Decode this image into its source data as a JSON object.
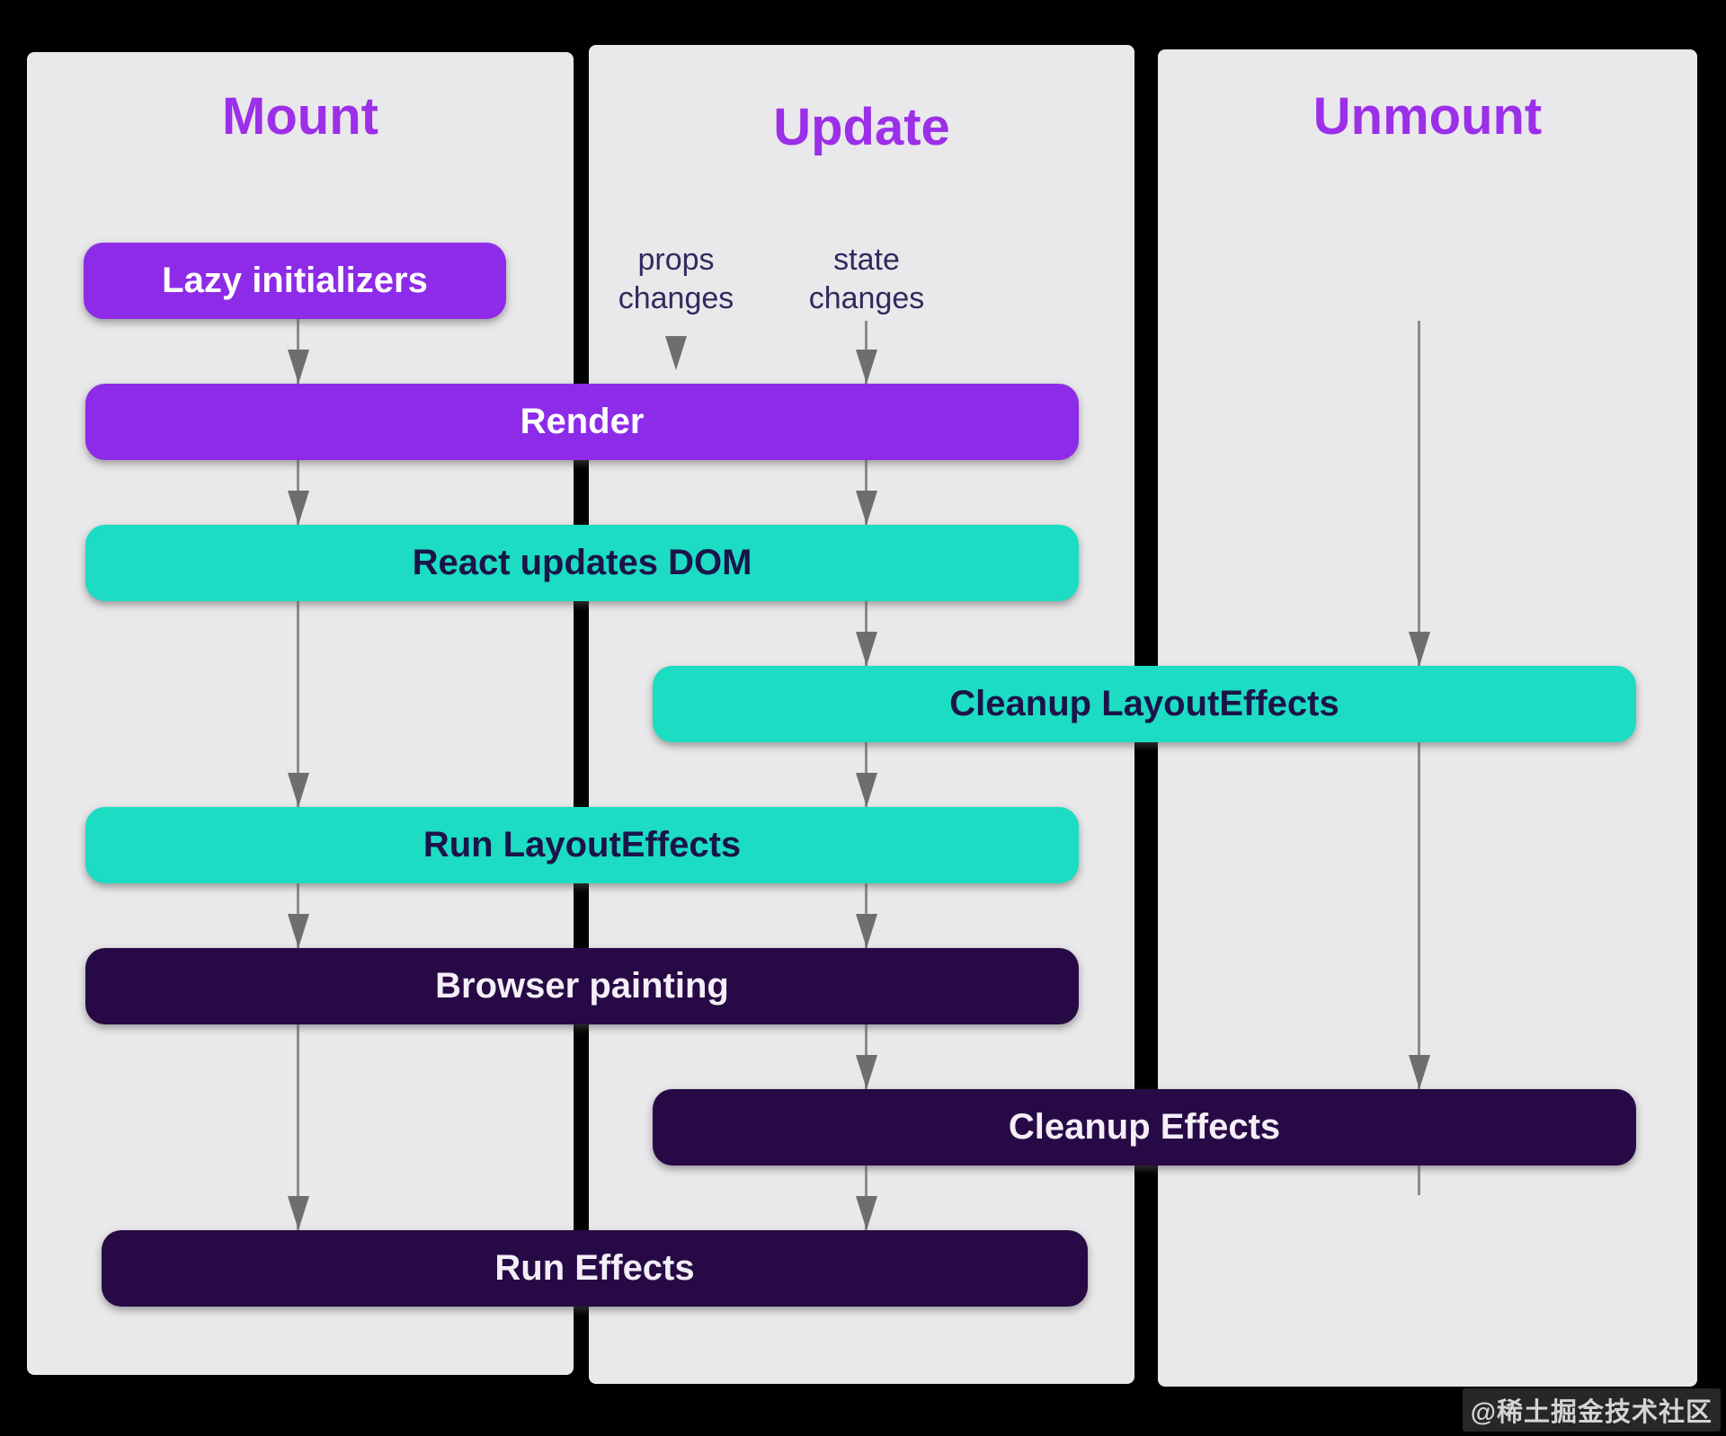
{
  "columns": {
    "mount": {
      "title": "Mount"
    },
    "update": {
      "title": "Update",
      "triggers": {
        "props": [
          "props",
          "changes"
        ],
        "state": [
          "state",
          "changes"
        ]
      }
    },
    "unmount": {
      "title": "Unmount"
    }
  },
  "boxes": {
    "lazy_initializers": {
      "label": "Lazy initializers",
      "color": "#8e2be9"
    },
    "render": {
      "label": "Render",
      "color": "#8e2be9"
    },
    "react_updates_dom": {
      "label": "React updates DOM",
      "color": "#1cdcc3"
    },
    "cleanup_layout_effects": {
      "label": "Cleanup LayoutEffects",
      "color": "#1cdcc3"
    },
    "run_layout_effects": {
      "label": "Run LayoutEffects",
      "color": "#1cdcc3"
    },
    "browser_painting": {
      "label": "Browser painting",
      "color": "#270a45"
    },
    "cleanup_effects": {
      "label": "Cleanup Effects",
      "color": "#270a45"
    },
    "run_effects": {
      "label": "Run Effects",
      "color": "#270a45"
    }
  },
  "flows": {
    "mount": [
      "Lazy initializers",
      "Render",
      "React updates DOM",
      "Run LayoutEffects",
      "Browser painting",
      "Run Effects"
    ],
    "update": [
      "props changes",
      "state changes",
      "Render",
      "React updates DOM",
      "Cleanup LayoutEffects",
      "Run LayoutEffects",
      "Browser painting",
      "Cleanup Effects",
      "Run Effects"
    ],
    "unmount": [
      "Cleanup LayoutEffects",
      "Cleanup Effects"
    ]
  },
  "colors": {
    "background": "#000000",
    "panel": "#e9e8ea",
    "heading": "#9c2fe8",
    "box_purple": "#8e2be9",
    "box_teal": "#1cdcc3",
    "box_dark": "#270a45",
    "text_on_teal": "#1b1449",
    "arrow_line": "#8c8c8c",
    "arrow_head": "#6e6e6e"
  },
  "watermark": {
    "text": "@稀土掘金技术社区"
  }
}
